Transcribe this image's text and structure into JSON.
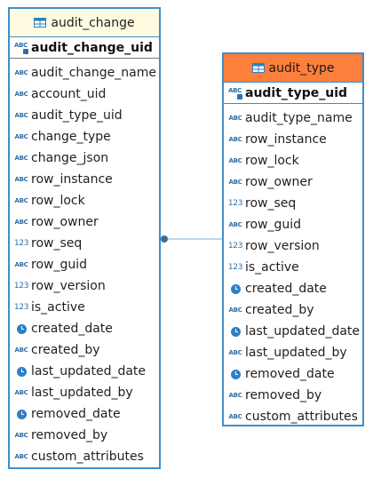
{
  "entities": {
    "audit_change": {
      "title": "audit_change",
      "pk": {
        "name": "audit_change_uid",
        "icon": "string-key-icon"
      },
      "columns": [
        {
          "name": "audit_change_name",
          "icon": "abc"
        },
        {
          "name": "account_uid",
          "icon": "abc"
        },
        {
          "name": "audit_type_uid",
          "icon": "abc"
        },
        {
          "name": "change_type",
          "icon": "abc"
        },
        {
          "name": "change_json",
          "icon": "abc"
        },
        {
          "name": "row_instance",
          "icon": "abc"
        },
        {
          "name": "row_lock",
          "icon": "abc"
        },
        {
          "name": "row_owner",
          "icon": "abc"
        },
        {
          "name": "row_seq",
          "icon": "num"
        },
        {
          "name": "row_guid",
          "icon": "abc"
        },
        {
          "name": "row_version",
          "icon": "num"
        },
        {
          "name": "is_active",
          "icon": "num"
        },
        {
          "name": "created_date",
          "icon": "clock"
        },
        {
          "name": "created_by",
          "icon": "abc"
        },
        {
          "name": "last_updated_date",
          "icon": "clock"
        },
        {
          "name": "last_updated_by",
          "icon": "abc"
        },
        {
          "name": "removed_date",
          "icon": "clock"
        },
        {
          "name": "removed_by",
          "icon": "abc"
        },
        {
          "name": "custom_attributes",
          "icon": "abc"
        }
      ]
    },
    "audit_type": {
      "title": "audit_type",
      "pk": {
        "name": "audit_type_uid",
        "icon": "string-key-icon"
      },
      "columns": [
        {
          "name": "audit_type_name",
          "icon": "abc"
        },
        {
          "name": "row_instance",
          "icon": "abc"
        },
        {
          "name": "row_lock",
          "icon": "abc"
        },
        {
          "name": "row_owner",
          "icon": "abc"
        },
        {
          "name": "row_seq",
          "icon": "num"
        },
        {
          "name": "row_guid",
          "icon": "abc"
        },
        {
          "name": "row_version",
          "icon": "num"
        },
        {
          "name": "is_active",
          "icon": "num"
        },
        {
          "name": "created_date",
          "icon": "clock"
        },
        {
          "name": "created_by",
          "icon": "abc"
        },
        {
          "name": "last_updated_date",
          "icon": "clock"
        },
        {
          "name": "last_updated_by",
          "icon": "abc"
        },
        {
          "name": "removed_date",
          "icon": "clock"
        },
        {
          "name": "removed_by",
          "icon": "abc"
        },
        {
          "name": "custom_attributes",
          "icon": "abc"
        }
      ]
    }
  },
  "icon_labels": {
    "abc": "ABC",
    "num": "123"
  },
  "colors": {
    "border": "#3f8ec9",
    "audit_change_header": "#fffbe0",
    "audit_type_header": "#fd7f3c",
    "icon_blue": "#2f6fa8"
  }
}
